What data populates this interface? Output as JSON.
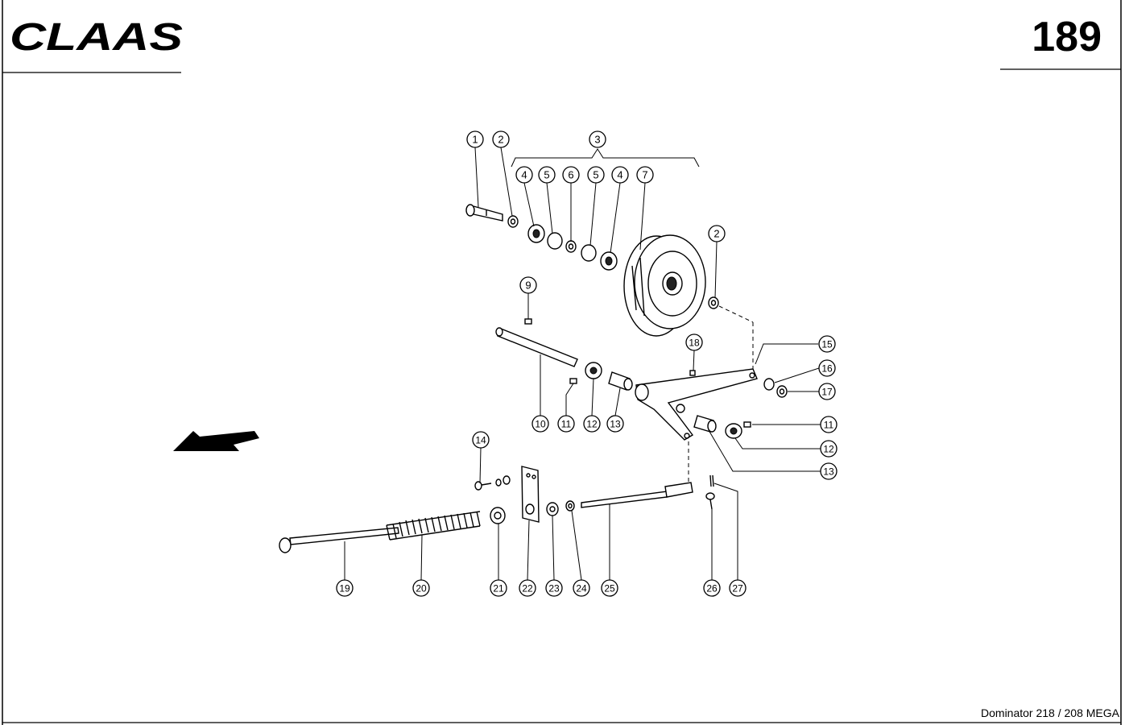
{
  "header": {
    "brand": "CLAAS",
    "page_number": "189"
  },
  "footer": {
    "model": "Dominator 218 / 208 MEGA"
  },
  "callouts": [
    {
      "label": "1"
    },
    {
      "label": "2"
    },
    {
      "label": "3"
    },
    {
      "label": "4"
    },
    {
      "label": "5"
    },
    {
      "label": "6"
    },
    {
      "label": "5"
    },
    {
      "label": "4"
    },
    {
      "label": "7"
    },
    {
      "label": "2"
    },
    {
      "label": "9"
    },
    {
      "label": "18"
    },
    {
      "label": "15"
    },
    {
      "label": "16"
    },
    {
      "label": "17"
    },
    {
      "label": "10"
    },
    {
      "label": "11"
    },
    {
      "label": "12"
    },
    {
      "label": "13"
    },
    {
      "label": "11"
    },
    {
      "label": "12"
    },
    {
      "label": "13"
    },
    {
      "label": "14"
    },
    {
      "label": "19"
    },
    {
      "label": "20"
    },
    {
      "label": "21"
    },
    {
      "label": "22"
    },
    {
      "label": "23"
    },
    {
      "label": "24"
    },
    {
      "label": "25"
    },
    {
      "label": "26"
    },
    {
      "label": "27"
    }
  ]
}
